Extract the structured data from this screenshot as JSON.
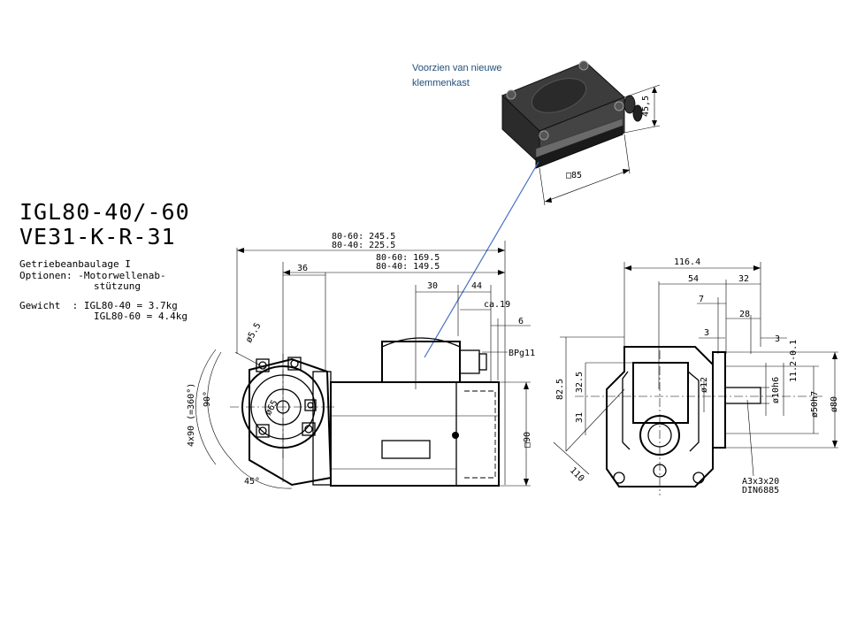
{
  "annotation": {
    "line1": "Voorzien van nieuwe",
    "line2": "klemmenkast",
    "dim_height": "45,5",
    "dim_square": "□85"
  },
  "title": {
    "line1": "IGL80-40/-60",
    "line2": "VE31-K-R-31"
  },
  "specs": {
    "line1": "Getriebeanbaulage I",
    "line2": "Optionen: -Motorwellenab-",
    "line3": "stützung",
    "line4": "Gewicht  : IGL80-40 = 3.7kg",
    "line5": "IGL80-60 = 4.4kg"
  },
  "side_view": {
    "d1": "80-60: 245.5",
    "d2": "80-40: 225.5",
    "d3": "80-60: 169.5",
    "d4": "80-40: 149.5",
    "d5": "36",
    "d6": "30",
    "d7": "44",
    "d8": "ca.19",
    "d9": "6",
    "d10": "BPg11",
    "d11": "□90",
    "d12": "ø5.5",
    "d13": "ø65",
    "d14": "4x90 (=360°)",
    "d15": "90°",
    "d16": "45°"
  },
  "front_view": {
    "d1": "116.4",
    "d2": "54",
    "d3": "32",
    "d4": "7",
    "d5": "28",
    "d6": "3",
    "d7": "3",
    "d8": "82.5",
    "d9": "32.5",
    "d10": "31",
    "d11": "110",
    "d12": "ø12",
    "d13": "ø10h6",
    "d14": "11.2-0.1",
    "d15": "ø50h7",
    "d16": "ø80",
    "d17": "A3x3x20",
    "d18": "DIN6885"
  },
  "colors": {
    "ink": "#000000",
    "note": "#1f4e79",
    "leader": "#4472c4"
  }
}
